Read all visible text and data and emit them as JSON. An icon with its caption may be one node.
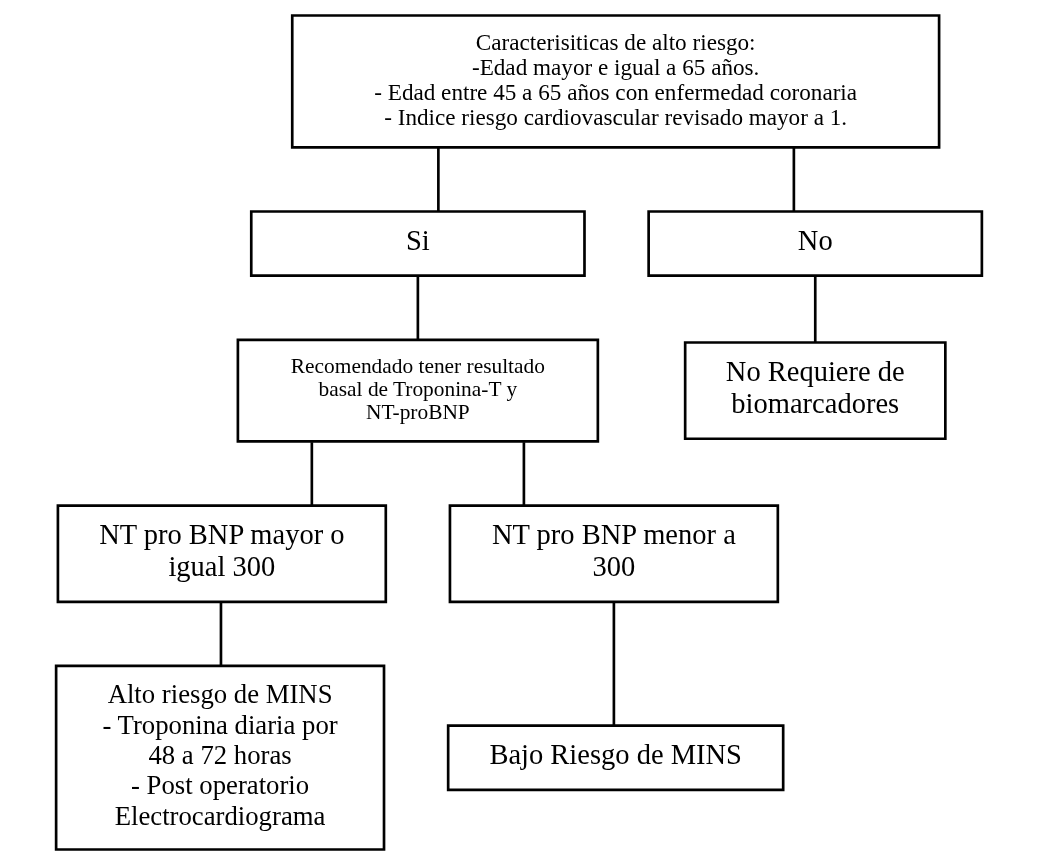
{
  "diagram": {
    "nodes": [
      {
        "text": [
          "Caracterisiticas de alto riesgo:",
          "-Edad mayor e igual a 65 años.",
          "- Edad entre 45 a 65 años con enfermedad coronaria",
          "- Indice riesgo cardiovascular revisado mayor a 1."
        ]
      },
      {
        "text": [
          "Si"
        ]
      },
      {
        "text": [
          "No"
        ]
      },
      {
        "text": [
          "Recomendado tener resultado basal de Troponina-T y NT-proBNP"
        ]
      },
      {
        "text": [
          "No Requiere de biomarcadores"
        ]
      },
      {
        "text": [
          "NT pro BNP mayor o igual 300"
        ]
      },
      {
        "text": [
          "NT pro BNP menor a 300"
        ]
      },
      {
        "text": [
          "Alto riesgo de MINS",
          "- Troponina diaria por 48 a 72 horas",
          "- Post operatorio Electrocardiograma"
        ]
      },
      {
        "text": [
          "Bajo Riesgo de MINS"
        ]
      }
    ],
    "edges": [
      {
        "from": 0,
        "to": 1,
        "arrow": "none"
      },
      {
        "from": 0,
        "to": 2,
        "arrow": "none"
      },
      {
        "from": 1,
        "to": 3,
        "arrow": "none"
      },
      {
        "from": 2,
        "to": 4,
        "arrow": "none"
      },
      {
        "from": 3,
        "to": 5,
        "arrow": "none"
      },
      {
        "from": 3,
        "to": 6,
        "arrow": "none"
      },
      {
        "from": 5,
        "to": 7,
        "arrow": "none"
      },
      {
        "from": 6,
        "to": 8,
        "arrow": "none"
      }
    ]
  }
}
